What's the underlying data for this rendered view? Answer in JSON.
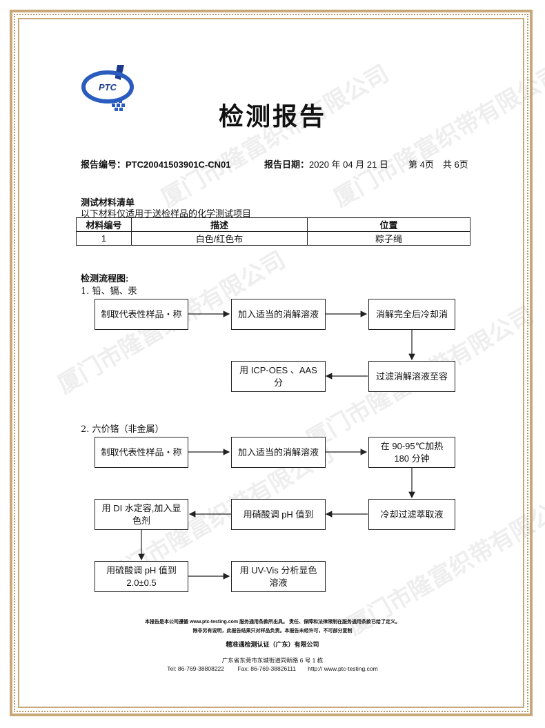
{
  "watermark": {
    "company": "厦门市隆富织带有限公司",
    "mark": "PTC"
  },
  "logo": {
    "text": "PTC"
  },
  "title": "检测报告",
  "header": {
    "report_no_label": "报告编号：",
    "report_no": "PTC20041503901C-CN01",
    "date_label": "报告日期：",
    "date": "2020 年 04 月 21 日",
    "page": "第 4页　共 6页"
  },
  "materials": {
    "title": "测试材料清单",
    "subtitle": "以下材料仅适用于送检样品的化学测试项目",
    "columns": [
      "材料编号",
      "描述",
      "位置"
    ],
    "rows": [
      [
        "1",
        "白色/红色布",
        "粽子绳"
      ]
    ]
  },
  "flow": {
    "title": "检测流程图:",
    "section1": {
      "heading": "1.  铅、镉、汞",
      "steps": [
        "制取代表性样品・称",
        "加入适当的消解溶液",
        "消解完全后冷却消",
        "过滤消解溶液至容",
        "用 ICP-OES 、AAS 分"
      ]
    },
    "section2": {
      "heading": "2.  六价铬（非金属）",
      "steps": [
        "制取代表性样品・称",
        "加入适当的消解溶液",
        "在  90-95℃加热\n180  分钟",
        "冷却过滤萃取液",
        "用硝酸调 pH  值到",
        "用 DI 水定容,加入显\n色剂",
        "用硫酸调 pH  值到\n2.0±0.5",
        "用 UV-Vis 分析显色\n溶液"
      ]
    }
  },
  "footer": {
    "line1": "本报告是本公司遵循 www.ptc-testing.com 服务通用条款所出具。 责任、保障和法律限制在服务通用条款已给了定义。",
    "line2": "除非另有说明，此报告结果只对样品负责。本报告未经许可，不可部分复制",
    "company": "精准通检测认证（广东）有限公司",
    "address": "广东省东莞市东城街道同新路 6 号 1 栋",
    "contact": "Tel: 86-769-38808222　　 Fax: 86-769-38826111　　http:// www.ptc-testing.com"
  }
}
